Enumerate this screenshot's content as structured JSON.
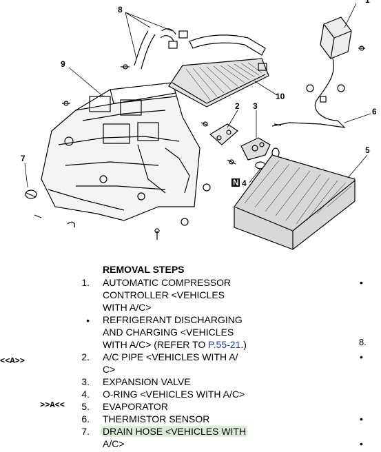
{
  "callouts": {
    "c1": "1",
    "c2": "2",
    "c3": "3",
    "c4": "4",
    "c4n": "N",
    "c5": "5",
    "c6": "6",
    "c7": "7",
    "c8": "8",
    "c9": "9",
    "c10": "10"
  },
  "removal": {
    "title": "REMOVAL STEPS",
    "steps": [
      {
        "num": "1.",
        "lines": [
          "AUTOMATIC COMPRESSOR",
          "CONTROLLER <VEHICLES",
          "WITH A/C>"
        ]
      },
      {
        "num": "•",
        "lines": [
          "REFRIGERANT DISCHARGING",
          "AND CHARGING <VEHICLES",
          "WITH A/C> (REFER TO ",
          "P.55-21",
          ".)"
        ]
      },
      {
        "num": "2.",
        "lines": [
          "A/C PIPE <VEHICLES WITH A/",
          "C>"
        ]
      },
      {
        "num": "3.",
        "lines": [
          "EXPANSION VALVE"
        ]
      },
      {
        "num": "4.",
        "lines": [
          "O-RING <VEHICLES WITH A/C>"
        ]
      },
      {
        "num": "5.",
        "lines": [
          "EVAPORATOR"
        ]
      },
      {
        "num": "6.",
        "lines": [
          "THERMISTOR SENSOR"
        ]
      },
      {
        "num": "7.",
        "lines": [
          "DRAIN HOSE <VEHICLES WITH",
          "A/C>"
        ]
      }
    ]
  },
  "markers": {
    "a_left": "<<A>>",
    "a_right": ">>A<<"
  },
  "right_column": {
    "b1": "•",
    "n8": "8.",
    "b2": "•",
    "b3": "•",
    "b4": "•"
  }
}
